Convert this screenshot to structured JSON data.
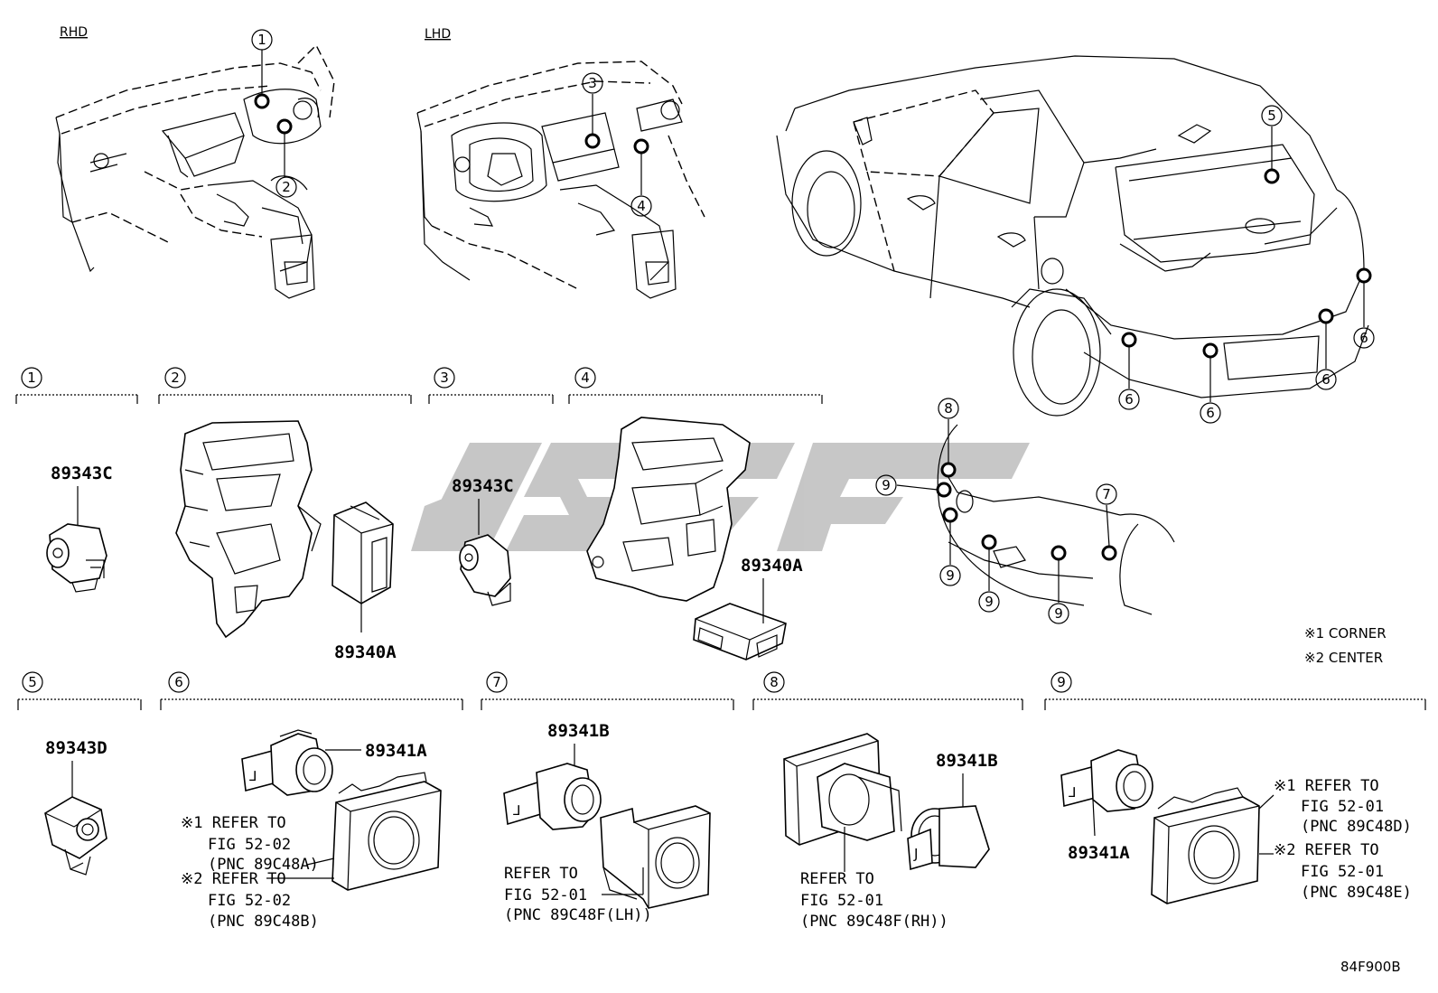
{
  "headers": {
    "rhd": "RHD",
    "lhd": "LHD"
  },
  "callouts": [
    "1",
    "2",
    "3",
    "4",
    "5",
    "6",
    "7",
    "8",
    "9"
  ],
  "sections": [
    {
      "num": "1",
      "part": "89343C"
    },
    {
      "num": "2",
      "part": "89340A"
    },
    {
      "num": "3",
      "part": "89343C"
    },
    {
      "num": "4",
      "part": "89340A"
    },
    {
      "num": "5",
      "part": "89343D"
    },
    {
      "num": "6",
      "part": "89341A",
      "note1": [
        "※1 REFER TO",
        "FIG 52-02",
        "(PNC 89C48A)"
      ],
      "note2": [
        "※2 REFER TO",
        "FIG 52-02",
        "(PNC 89C48B)"
      ]
    },
    {
      "num": "7",
      "part": "89341B",
      "note": [
        "REFER TO",
        "FIG 52-01",
        "(PNC 89C48F(LH))"
      ]
    },
    {
      "num": "8",
      "part": "89341B",
      "note": [
        "REFER TO",
        "FIG 52-01",
        "(PNC 89C48F(RH))"
      ]
    },
    {
      "num": "9",
      "part": "89341A",
      "note1": [
        "※1 REFER TO",
        "FIG 52-01",
        "(PNC 89C48D)"
      ],
      "note2": [
        "※2 REFER TO",
        "FIG 52-01",
        "(PNC 89C48E)"
      ]
    }
  ],
  "legend": {
    "corner": "※1 CORNER",
    "center": "※2 CENTER"
  },
  "figure_code": "84F900B"
}
